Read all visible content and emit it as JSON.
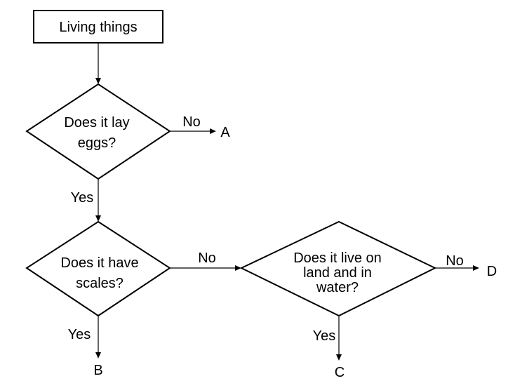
{
  "start_box": {
    "label": "Living things"
  },
  "decisions": {
    "lay_eggs": {
      "line1": "Does it lay",
      "line2": "eggs?"
    },
    "scales": {
      "line1": "Does it have",
      "line2": "scales?"
    },
    "land_water": {
      "line1": "Does it live on",
      "line2": "land and in",
      "line3": "water?"
    }
  },
  "branch_labels": {
    "eggs_no": "No",
    "eggs_yes": "Yes",
    "scales_no": "No",
    "scales_yes": "Yes",
    "land_no": "No",
    "land_yes": "Yes"
  },
  "outcomes": {
    "a": "A",
    "b": "B",
    "c": "C",
    "d": "D"
  },
  "colors": {
    "stroke": "#000000",
    "background": "#ffffff"
  }
}
